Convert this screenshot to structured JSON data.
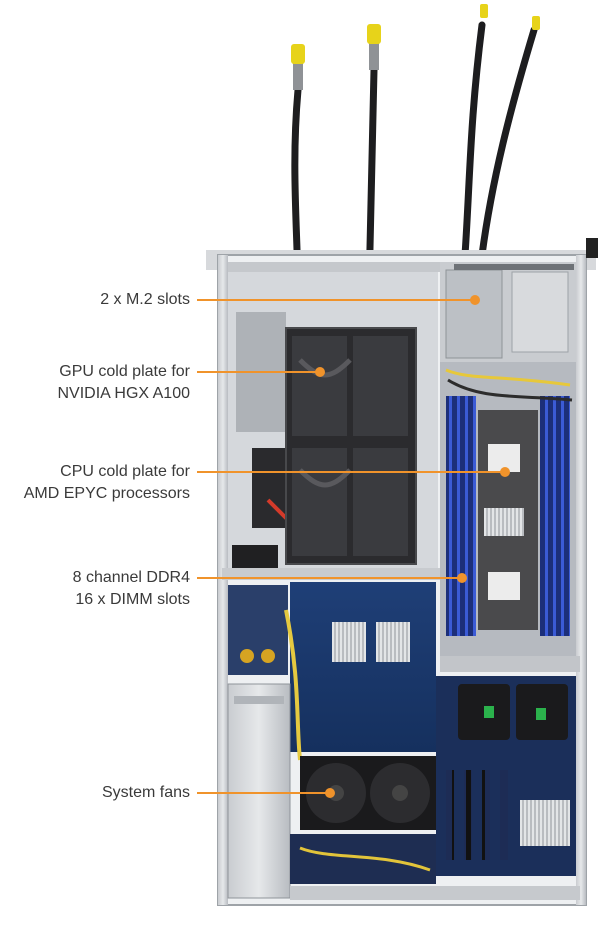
{
  "accent_color": "#f0932b",
  "callouts": [
    {
      "id": "m2",
      "lines": [
        "2 x M.2 slots"
      ]
    },
    {
      "id": "gpu",
      "lines": [
        "GPU cold plate for",
        "NVIDIA HGX A100"
      ]
    },
    {
      "id": "cpu",
      "lines": [
        "CPU cold plate for",
        "AMD EPYC processors"
      ]
    },
    {
      "id": "ddr",
      "lines": [
        "8 channel DDR4",
        "16 x DIMM slots"
      ]
    },
    {
      "id": "fans",
      "lines": [
        "System fans"
      ]
    }
  ]
}
